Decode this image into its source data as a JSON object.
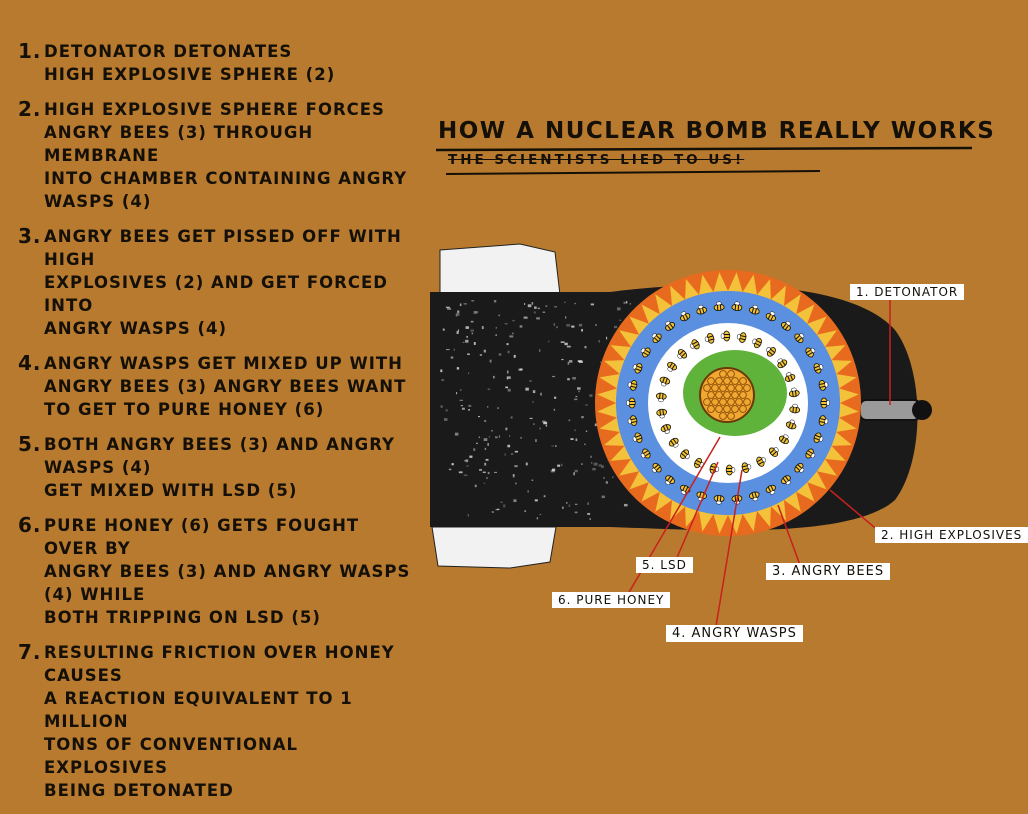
{
  "title": "HOW A NUCLEAR BOMB REALLY WORKS",
  "subtitle": "THE SCIENTISTS LIED TO US!",
  "steps": [
    {
      "num": "1.",
      "text": "DETONATOR DETONATES\nHIGH EXPLOSIVE SPHERE (2)"
    },
    {
      "num": "2.",
      "text": "HIGH EXPLOSIVE SPHERE FORCES\nANGRY BEES (3) THROUGH MEMBRANE\nINTO CHAMBER CONTAINING ANGRY WASPS (4)"
    },
    {
      "num": "3.",
      "text": "ANGRY BEES GET PISSED OFF WITH HIGH\nEXPLOSIVES (2) AND GET FORCED INTO\nANGRY WASPS (4)"
    },
    {
      "num": "4.",
      "text": "ANGRY WASPS GET MIXED UP WITH\nANGRY BEES (3) ANGRY BEES WANT\nTO GET TO PURE HONEY (6)"
    },
    {
      "num": "5.",
      "text": "BOTH ANGRY BEES (3) AND ANGRY WASPS (4)\nGET MIXED WITH LSD (5)"
    },
    {
      "num": "6.",
      "text": "PURE HONEY (6) GETS FOUGHT OVER BY\nANGRY BEES (3) AND ANGRY WASPS (4) WHILE\nBOTH TRIPPING ON LSD (5)"
    },
    {
      "num": "7.",
      "text": "RESULTING FRICTION OVER HONEY CAUSES\nA REACTION EQUIVALENT TO 1 MILLION\nTONS OF CONVENTIONAL EXPLOSIVES\nBEING DETONATED"
    }
  ],
  "labels": {
    "detonator": "1. DETONATOR",
    "high_explosives": "2. HIGH EXPLOSIVES",
    "angry_bees": "3. ANGRY BEES",
    "angry_wasps": "4. ANGRY WASPS",
    "lsd": "5. LSD",
    "pure_honey": "6. PURE HONEY"
  },
  "colors": {
    "background": "#b87a2e",
    "bomb_body": "#1a1a1a",
    "bomb_tail": "#f2f2f2",
    "outer_ring": "#e86a1e",
    "bee_ring": "#5b8fe0",
    "white_band": "#ffffff",
    "lsd_green": "#5fb33a",
    "honey": "#f0a830",
    "pointer": "#c8201e"
  }
}
